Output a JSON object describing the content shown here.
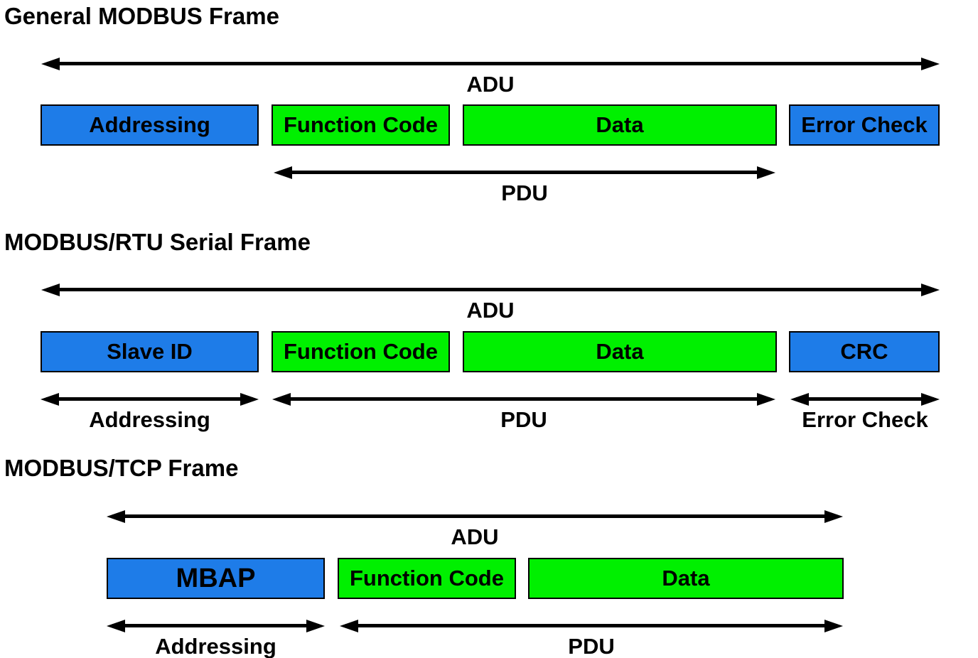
{
  "colors": {
    "blue": "#1e7ce8",
    "green": "#00f000",
    "arrow": "#000000",
    "text": "#000000",
    "background": "#ffffff"
  },
  "sections": [
    {
      "title": "General MODBUS Frame",
      "top_arrow_label": "ADU",
      "boxes": [
        {
          "label": "Addressing",
          "color": "blue"
        },
        {
          "label": "Function Code",
          "color": "green"
        },
        {
          "label": "Data",
          "color": "green"
        },
        {
          "label": "Error Check",
          "color": "blue"
        }
      ],
      "bottom_arrows": [
        {
          "label": "PDU"
        }
      ]
    },
    {
      "title": "MODBUS/RTU Serial Frame",
      "top_arrow_label": "ADU",
      "boxes": [
        {
          "label": "Slave ID",
          "color": "blue"
        },
        {
          "label": "Function Code",
          "color": "green"
        },
        {
          "label": "Data",
          "color": "green"
        },
        {
          "label": "CRC",
          "color": "blue"
        }
      ],
      "bottom_arrows": [
        {
          "label": "Addressing"
        },
        {
          "label": "PDU"
        },
        {
          "label": "Error Check"
        }
      ]
    },
    {
      "title": "MODBUS/TCP Frame",
      "top_arrow_label": "ADU",
      "boxes": [
        {
          "label": "MBAP",
          "color": "blue"
        },
        {
          "label": "Function Code",
          "color": "green"
        },
        {
          "label": "Data",
          "color": "green"
        }
      ],
      "bottom_arrows": [
        {
          "label": "Addressing"
        },
        {
          "label": "PDU"
        }
      ]
    }
  ]
}
